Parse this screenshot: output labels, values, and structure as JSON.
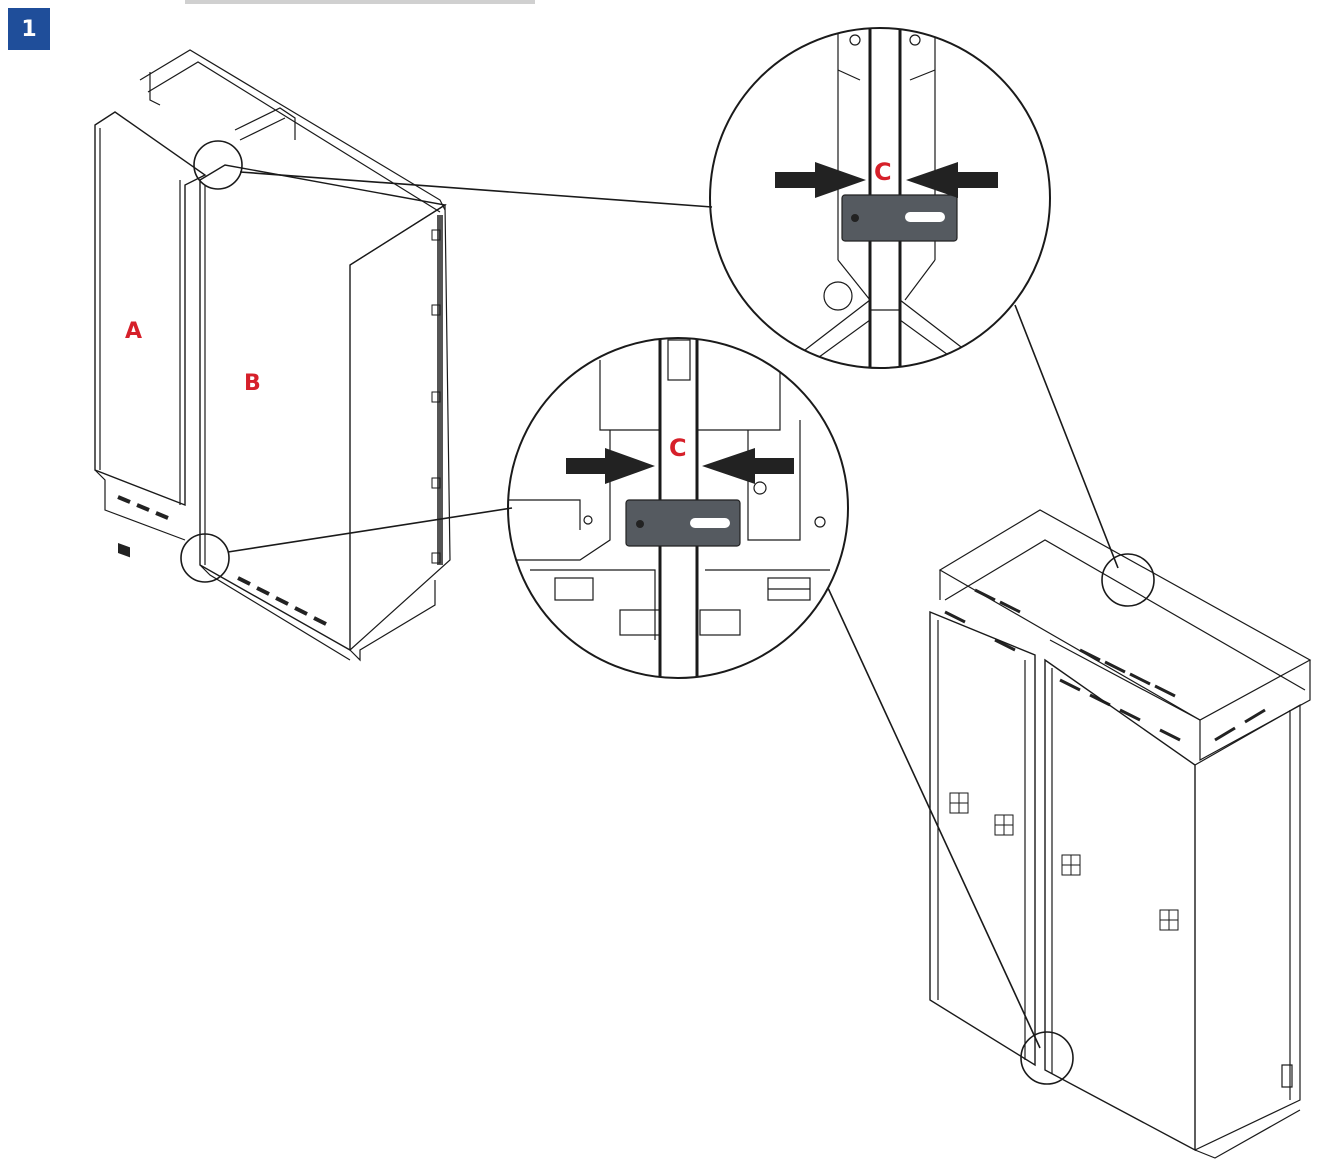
{
  "step": {
    "number": "1"
  },
  "labels": {
    "a": "A",
    "b": "B",
    "c_top": "C",
    "c_bottom": "C"
  },
  "colors": {
    "badge": "#1f4e9a",
    "label_red": "#d6202a",
    "line": "#1a1a1a",
    "bracket": "#555a60",
    "vent": "#222222"
  }
}
